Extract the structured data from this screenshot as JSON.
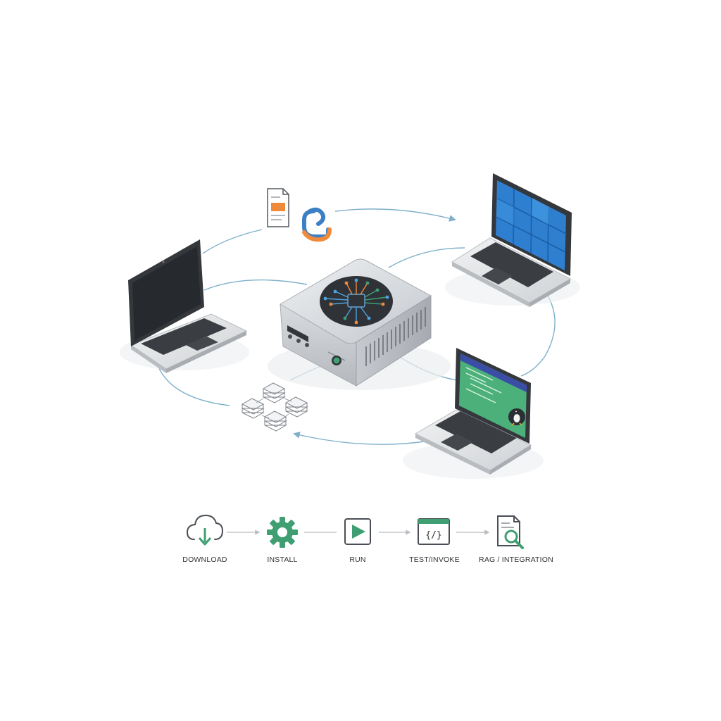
{
  "colors": {
    "flow_line": "#7fb0c9",
    "accent_green": "#3f9e72",
    "python_blue": "#3d7fc4",
    "python_orange": "#ee8a3a",
    "screen_blue": "#2e7fd0",
    "screen_green": "#4bb07a",
    "server_silver": "#c9ccd1"
  },
  "icons": {
    "document": "document-icon",
    "python": "python-logo-icon",
    "ai_chip": "neural-chip-icon",
    "stack": "stacked-layers-icon",
    "penguin": "linux-penguin-icon"
  },
  "workflow": {
    "steps": [
      {
        "label": "DOWNLOAD",
        "icon": "cloud-download-icon"
      },
      {
        "label": "INSTALL",
        "icon": "gear-icon"
      },
      {
        "label": "RUN",
        "icon": "play-icon"
      },
      {
        "label": "TEST/INVOKE",
        "icon": "code-window-icon"
      },
      {
        "label": "RAG / INTEGRATION",
        "icon": "document-search-icon"
      }
    ],
    "code_glyph": "{/}"
  }
}
